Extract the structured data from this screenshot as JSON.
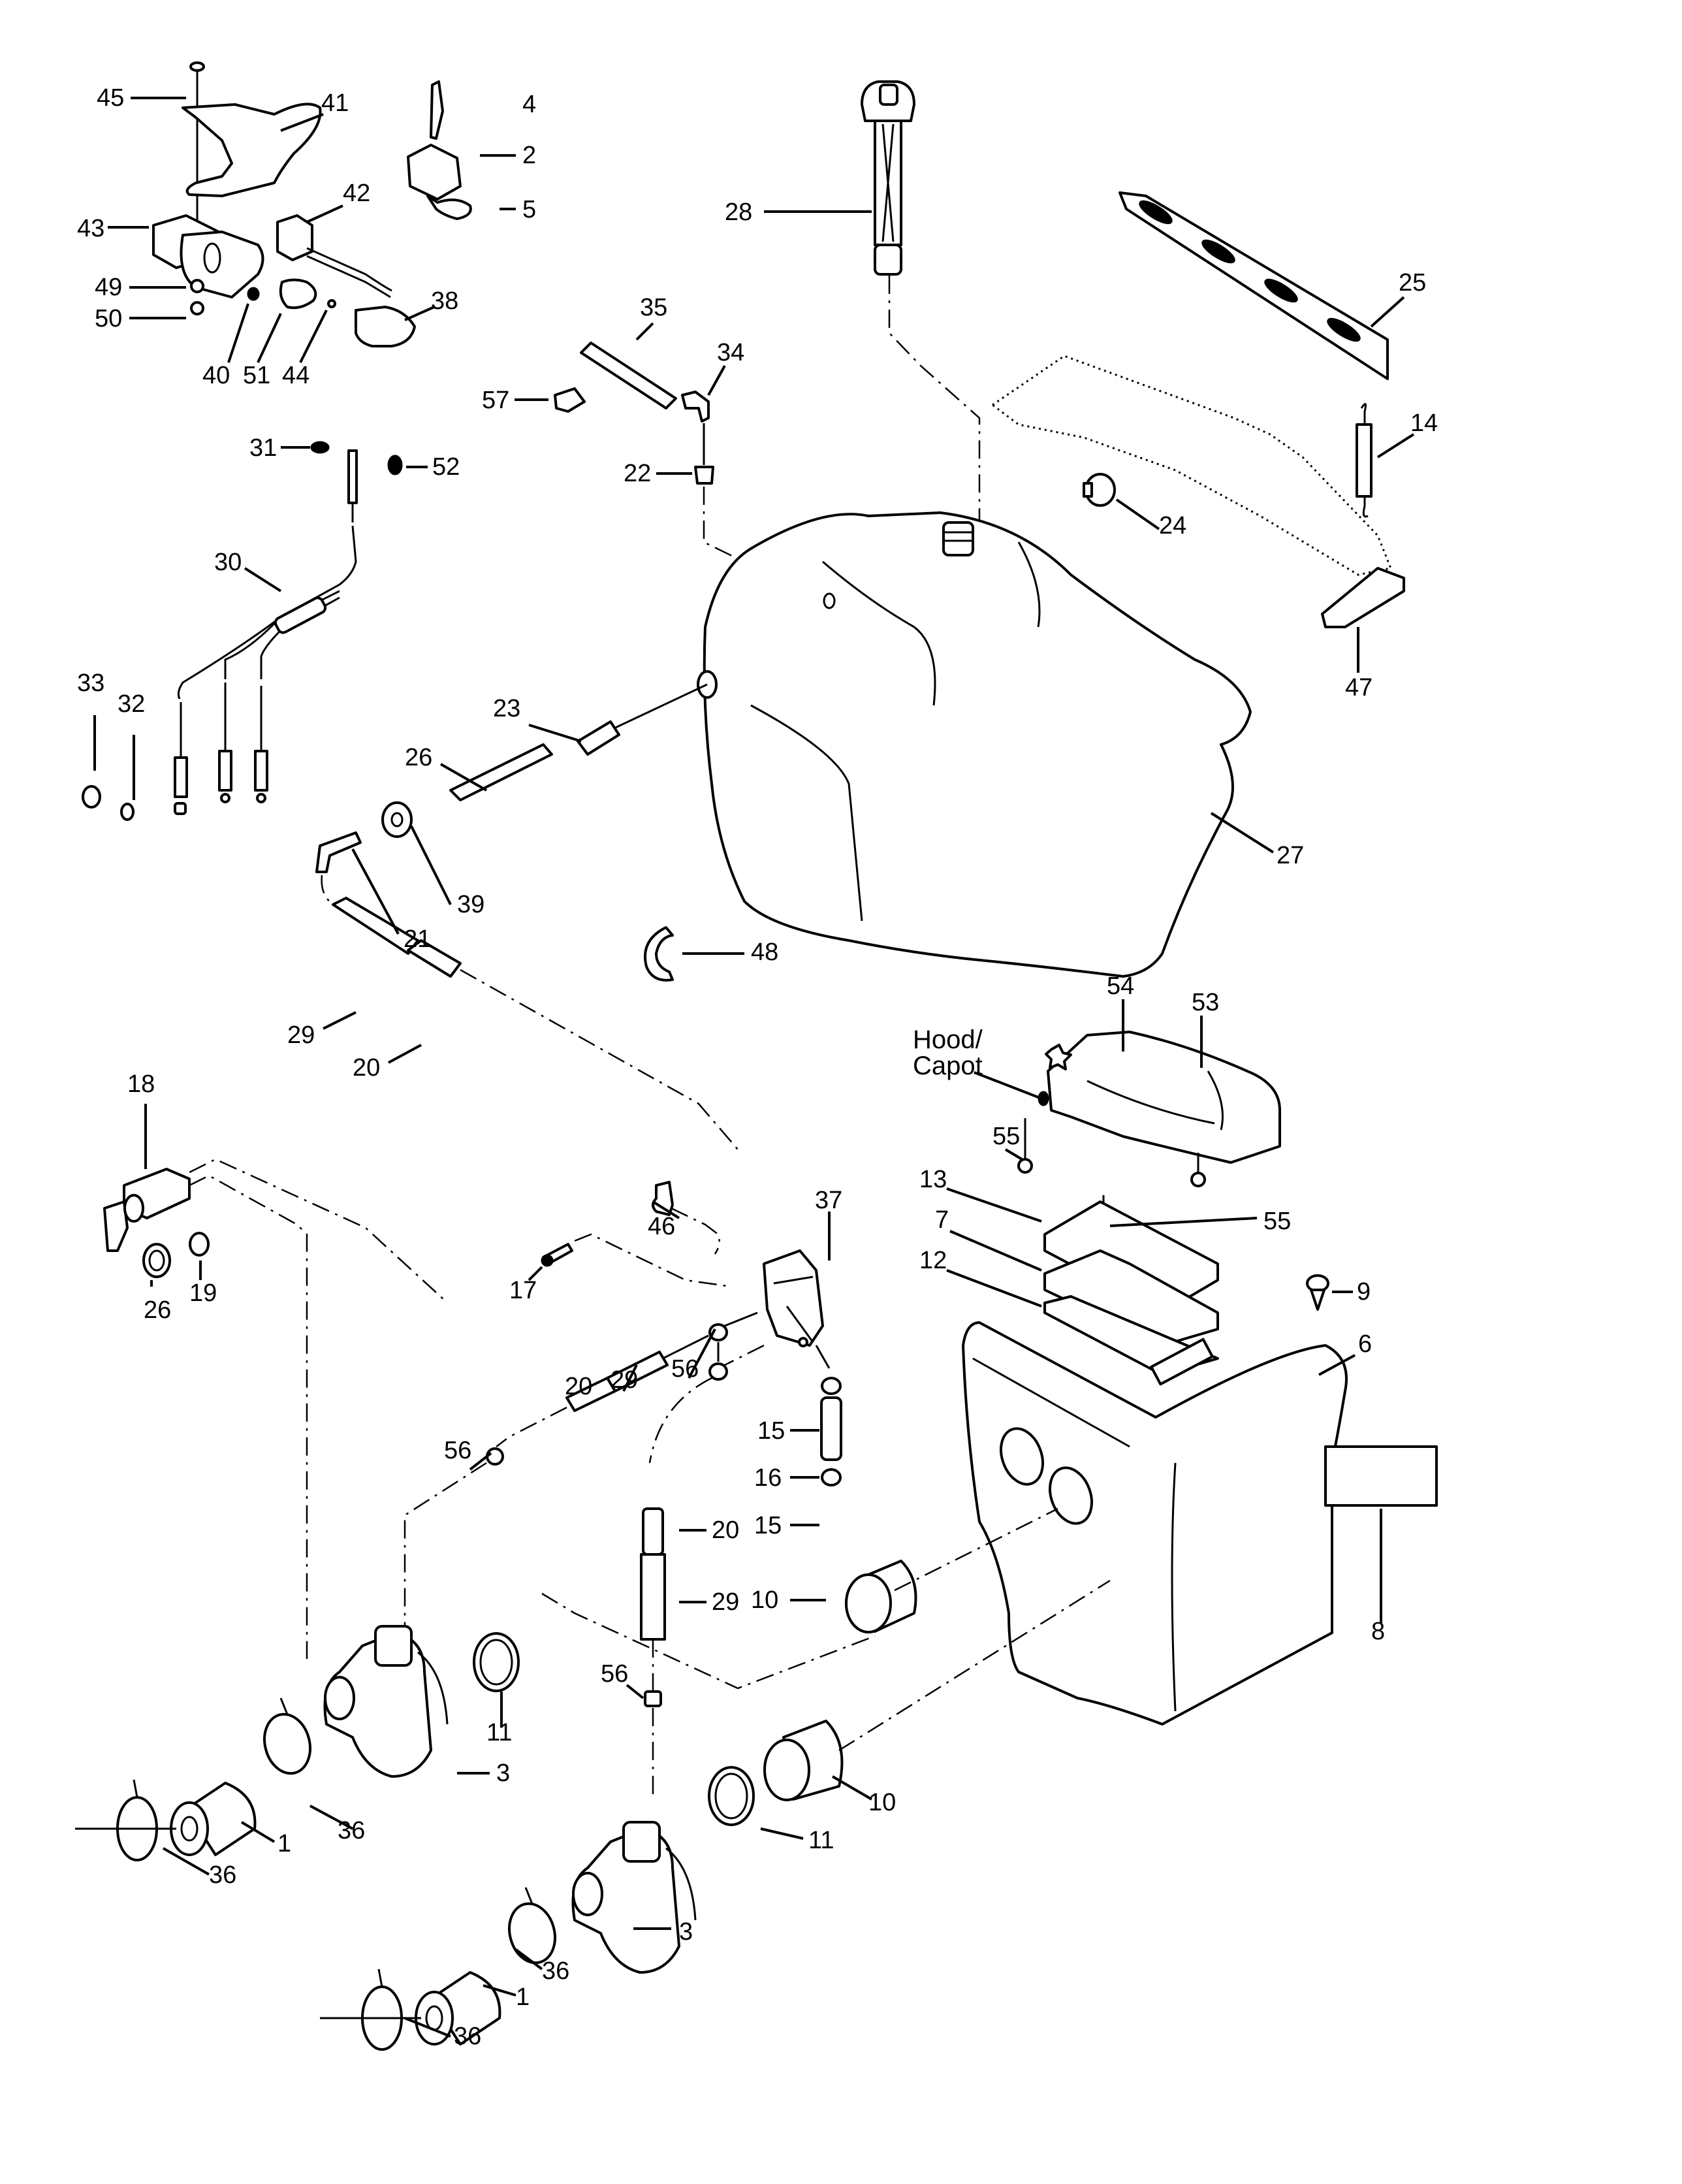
{
  "diagram": {
    "title": "",
    "type": "exploded parts diagram",
    "subject": "Snowmobile fuel system, fuel tank, carburetors and air intake silencer",
    "colors": {
      "ink": "#000000",
      "background": "#ffffff"
    },
    "notes": [
      {
        "id": "hood",
        "lines": [
          "Hood/",
          "Capot"
        ]
      }
    ],
    "callouts": [
      {
        "id": "c45",
        "label": "45",
        "part": "screw"
      },
      {
        "id": "c41",
        "label": "41",
        "part": "support-bracket"
      },
      {
        "id": "c4",
        "label": "4",
        "part": "terminal"
      },
      {
        "id": "c2",
        "label": "2",
        "part": "connector-housing"
      },
      {
        "id": "c5",
        "label": "5",
        "part": "terminal-clip"
      },
      {
        "id": "c43",
        "label": "43",
        "part": "switch-housing"
      },
      {
        "id": "c42",
        "label": "42",
        "part": "switch-with-wire"
      },
      {
        "id": "c49",
        "label": "49",
        "part": "washer"
      },
      {
        "id": "c50",
        "label": "50",
        "part": "nut"
      },
      {
        "id": "c40",
        "label": "40",
        "part": "nut-small"
      },
      {
        "id": "c51",
        "label": "51",
        "part": "bezel"
      },
      {
        "id": "c44",
        "label": "44",
        "part": "screw-small"
      },
      {
        "id": "c38",
        "label": "38",
        "part": "cover"
      },
      {
        "id": "c28",
        "label": "28",
        "part": "fuel-gauge-cap"
      },
      {
        "id": "c35",
        "label": "35",
        "part": "vent-hose"
      },
      {
        "id": "c34",
        "label": "34",
        "part": "elbow-fitting"
      },
      {
        "id": "c57",
        "label": "57",
        "part": "clip"
      },
      {
        "id": "c25",
        "label": "25",
        "part": "tank-strap"
      },
      {
        "id": "c14",
        "label": "14",
        "part": "spring"
      },
      {
        "id": "c31",
        "label": "31",
        "part": "nut"
      },
      {
        "id": "c52",
        "label": "52",
        "part": "cap"
      },
      {
        "id": "c22",
        "label": "22",
        "part": "grommet"
      },
      {
        "id": "c24",
        "label": "24",
        "part": "rubber-bumper"
      },
      {
        "id": "c30",
        "label": "30",
        "part": "throttle-cable"
      },
      {
        "id": "c47",
        "label": "47",
        "part": "strap-bracket"
      },
      {
        "id": "c33",
        "label": "33",
        "part": "washer"
      },
      {
        "id": "c32",
        "label": "32",
        "part": "circlip"
      },
      {
        "id": "c23",
        "label": "23",
        "part": "fuel-pickup-filter"
      },
      {
        "id": "c26",
        "label": "26",
        "part": "fuel-line"
      },
      {
        "id": "c27",
        "label": "27",
        "part": "fuel-tank"
      },
      {
        "id": "c39",
        "label": "39",
        "part": "grommet"
      },
      {
        "id": "c21",
        "label": "21",
        "part": "elbow-fitting"
      },
      {
        "id": "c48",
        "label": "48",
        "part": "hose-clip"
      },
      {
        "id": "c54",
        "label": "54",
        "part": "star-clip"
      },
      {
        "id": "c53",
        "label": "53",
        "part": "silencer-cover"
      },
      {
        "id": "c29a",
        "label": "29",
        "part": "hose-spring"
      },
      {
        "id": "c20a",
        "label": "20",
        "part": "fuel-line"
      },
      {
        "id": "c18",
        "label": "18",
        "part": "primer"
      },
      {
        "id": "c55a",
        "label": "55",
        "part": "screw"
      },
      {
        "id": "c13",
        "label": "13",
        "part": "foam-filter"
      },
      {
        "id": "c55b",
        "label": "55",
        "part": "screw"
      },
      {
        "id": "c7",
        "label": "7",
        "part": "filter-element"
      },
      {
        "id": "c37",
        "label": "37",
        "part": "fuel-pump"
      },
      {
        "id": "c46",
        "label": "46",
        "part": "pump-bracket"
      },
      {
        "id": "c12",
        "label": "12",
        "part": "filter-support"
      },
      {
        "id": "c9",
        "label": "9",
        "part": "plastic-rivet"
      },
      {
        "id": "c26b",
        "label": "26",
        "part": "seal"
      },
      {
        "id": "c19",
        "label": "19",
        "part": "nut"
      },
      {
        "id": "c17",
        "label": "17",
        "part": "screw"
      },
      {
        "id": "c6",
        "label": "6",
        "part": "air-silencer-box"
      },
      {
        "id": "c56a",
        "label": "56",
        "part": "clamp"
      },
      {
        "id": "c29b",
        "label": "29",
        "part": "hose-spring"
      },
      {
        "id": "c20b",
        "label": "20",
        "part": "fuel-line"
      },
      {
        "id": "c15a",
        "label": "15",
        "part": "clamp"
      },
      {
        "id": "c56b",
        "label": "56",
        "part": "clamp"
      },
      {
        "id": "c16",
        "label": "16",
        "part": "fuel-line-short"
      },
      {
        "id": "c15b",
        "label": "15",
        "part": "clamp"
      },
      {
        "id": "c20c",
        "label": "20",
        "part": "fuel-line"
      },
      {
        "id": "c29c",
        "label": "29",
        "part": "hose-spring"
      },
      {
        "id": "c10a",
        "label": "10",
        "part": "intake-adaptor"
      },
      {
        "id": "c8",
        "label": "8",
        "part": "decal"
      },
      {
        "id": "c11a",
        "label": "11",
        "part": "gear-clamp"
      },
      {
        "id": "c56c",
        "label": "56",
        "part": "clamp"
      },
      {
        "id": "c3a",
        "label": "3",
        "part": "carburetor"
      },
      {
        "id": "c10b",
        "label": "10",
        "part": "intake-adaptor"
      },
      {
        "id": "c36a",
        "label": "36",
        "part": "clamp"
      },
      {
        "id": "c11b",
        "label": "11",
        "part": "gear-clamp"
      },
      {
        "id": "c1a",
        "label": "1",
        "part": "carburetor-adaptor"
      },
      {
        "id": "c36b",
        "label": "36",
        "part": "clamp"
      },
      {
        "id": "c3b",
        "label": "3",
        "part": "carburetor"
      },
      {
        "id": "c36c",
        "label": "36",
        "part": "clamp"
      },
      {
        "id": "c1b",
        "label": "1",
        "part": "carburetor-adaptor"
      },
      {
        "id": "c36d",
        "label": "36",
        "part": "clamp"
      }
    ]
  }
}
